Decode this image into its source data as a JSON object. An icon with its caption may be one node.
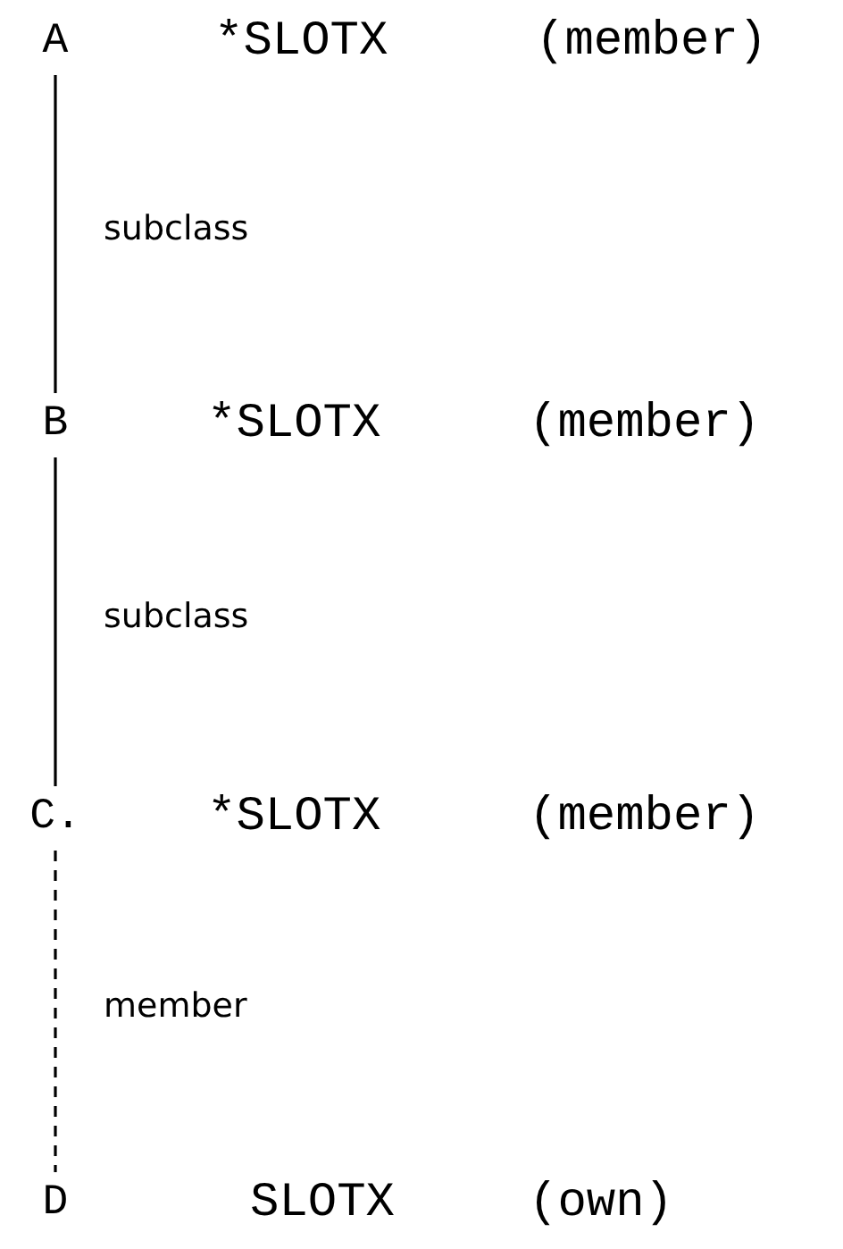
{
  "diagram": {
    "nodes": [
      {
        "text": [
          "A"
        ],
        "beside": [
          "*SLOTX",
          "(member)"
        ]
      },
      {
        "text": [
          "B"
        ],
        "beside": [
          "*SLOTX",
          "(member)"
        ]
      },
      {
        "text": [
          "C."
        ],
        "beside": [
          "*SLOTX",
          "(member)"
        ]
      },
      {
        "text": [
          "D"
        ],
        "beside": [
          "SLOTX",
          "(own)"
        ]
      }
    ],
    "edges": [
      {
        "from": 0,
        "to": 1,
        "arrow": "none",
        "label": "subclass"
      },
      {
        "from": 1,
        "to": 2,
        "arrow": "none",
        "label": "subclass"
      },
      {
        "from": 2,
        "to": 3,
        "arrow": "none",
        "label": "member",
        "style": "dashed"
      }
    ]
  }
}
